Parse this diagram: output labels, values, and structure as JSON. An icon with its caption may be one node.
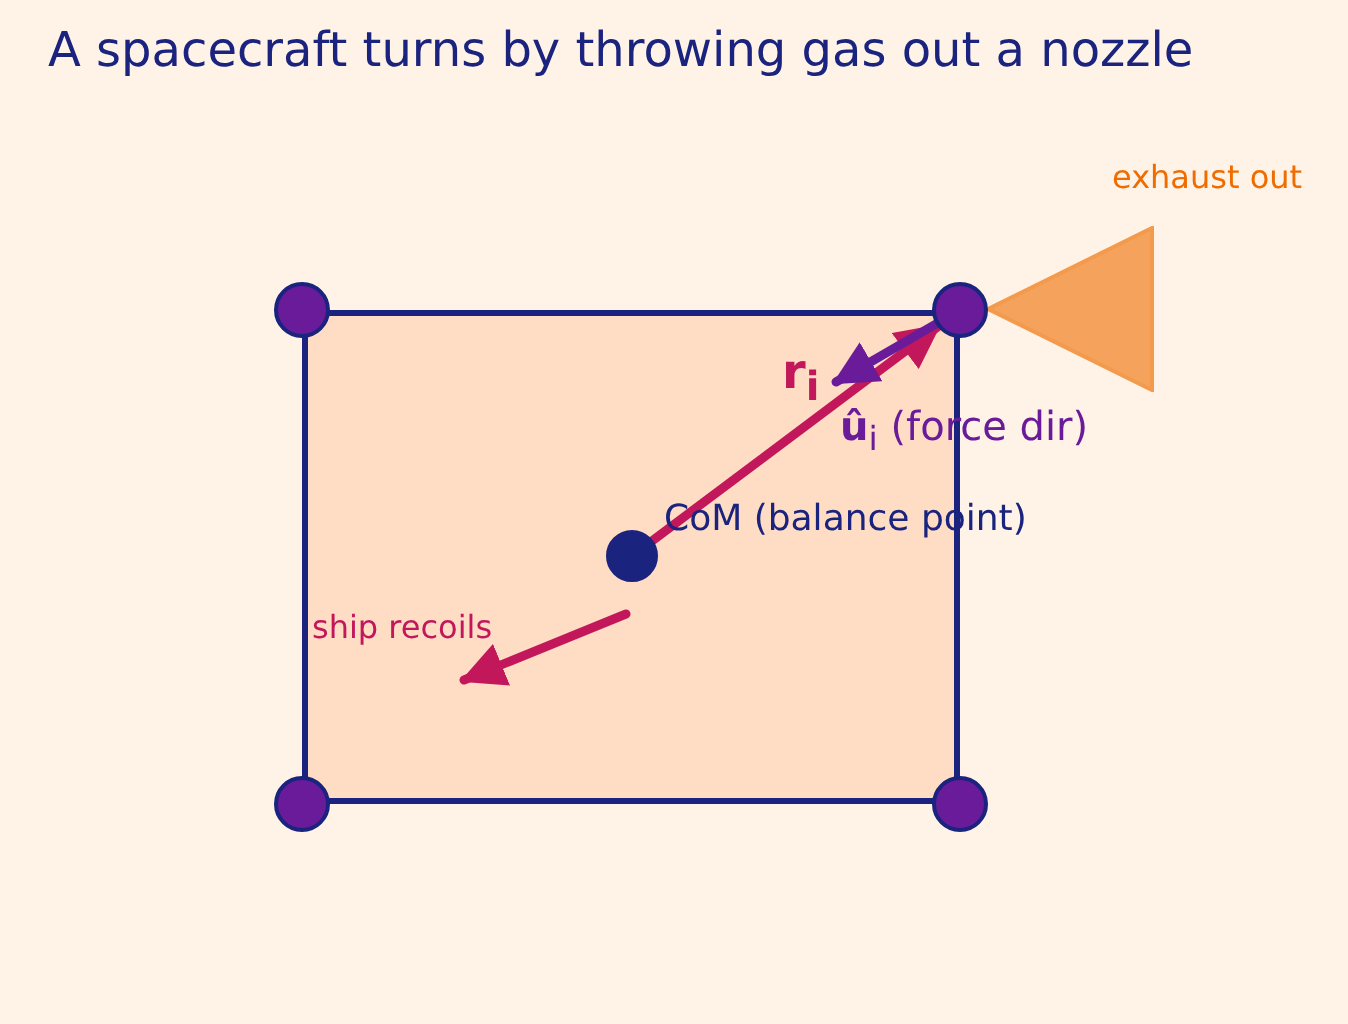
{
  "diagram": {
    "title": "A spacecraft turns by throwing gas out a nozzle",
    "nodes": [
      {
        "text": [],
        "shape": "box"
      },
      {
        "text": [],
        "shape": "circle"
      },
      {
        "text": [],
        "shape": "circle"
      },
      {
        "text": [],
        "shape": "triangle",
        "beside": [
          "exhaust out"
        ]
      },
      {
        "text": [],
        "shape": "circle",
        "in": 0,
        "beside": [
          "CoM (balance point)"
        ]
      },
      {
        "text": [],
        "shape": "circle"
      },
      {
        "text": [],
        "shape": "circle"
      }
    ],
    "edges": [
      {
        "from": 4,
        "to": 2,
        "arrow": "to",
        "label": "**r**$_{i}$"
      },
      {
        "from": 2,
        "to": null,
        "arrow": "to",
        "label": "**û**$_{i}$ (force dir)",
        "color": "#6a1b9a"
      },
      {
        "from": 4,
        "to": null,
        "arrow": "to",
        "label": "ship recoils"
      }
    ]
  }
}
